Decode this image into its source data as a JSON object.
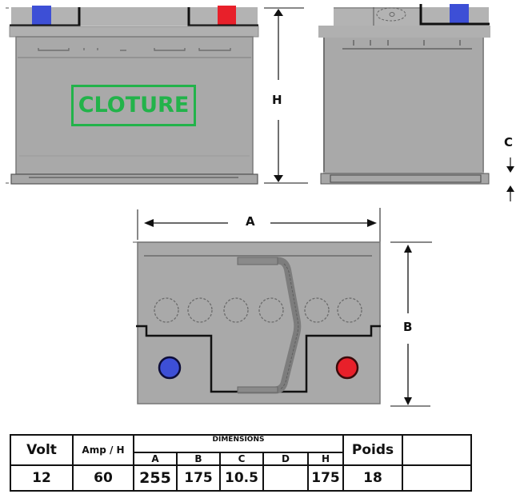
{
  "diagram": {
    "title_label": "CLOTURE",
    "dimension_labels": {
      "height": "H",
      "width": "A",
      "depth": "B",
      "base_lip": "C"
    },
    "colors": {
      "battery_body": "#a9a9a9",
      "battery_outline": "#6e6e6e",
      "negative_terminal": "#3d4fd6",
      "positive_terminal": "#e8202a",
      "handle": "#8a8a8a",
      "cloture_label": "#22b34a",
      "line": "#111111"
    },
    "views": [
      "front-view",
      "side-view",
      "top-view"
    ]
  },
  "spec_table": {
    "headers": {
      "volt": "Volt",
      "amp_h": "Amp / H",
      "dimensions": "DIMENSIONS",
      "poids": "Poids",
      "extra": ""
    },
    "dimension_columns": [
      "A",
      "B",
      "C",
      "D",
      "H"
    ],
    "values": {
      "volt": "12",
      "amp_h": "60",
      "A": "255",
      "B": "175",
      "C": "10.5",
      "D": "",
      "H": "175",
      "poids": "18",
      "extra": ""
    }
  }
}
